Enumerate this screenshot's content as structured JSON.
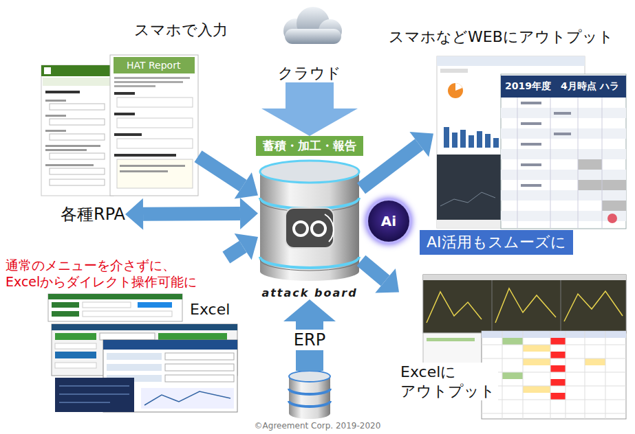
{
  "diagram": {
    "caption": "©Agreement Corp. 2019-2020",
    "nodes": [
      {
        "text": [
          "スマホで入力"
        ]
      },
      {
        "text": [
          "クラウド"
        ]
      },
      {
        "text": [
          "蓄積・加工・報告"
        ]
      },
      {
        "text": [
          "attack board"
        ]
      },
      {
        "text": [
          "スマホなどWEBにアウトプット"
        ]
      },
      {
        "text": [
          "各種RPA"
        ]
      },
      {
        "text": [
          "Ai"
        ]
      },
      {
        "text": [
          "AI活用もスムーズに"
        ]
      },
      {
        "text": [
          "通常のメニューを介さずに、 Excelからダイレクト操作可能に",
          "Excel"
        ]
      },
      {
        "text": [
          "ERP"
        ]
      },
      {
        "text": [
          "Excelに アウトプット"
        ]
      }
    ],
    "edges": [
      {
        "from": 0,
        "to": 3,
        "arrow": "to"
      },
      {
        "from": 1,
        "to": 2,
        "arrow": "to"
      },
      {
        "from": 5,
        "to": 3,
        "arrow": "both"
      },
      {
        "from": 8,
        "to": 3,
        "arrow": "to"
      },
      {
        "from": 9,
        "to": 3,
        "arrow": "to"
      },
      {
        "from": 3,
        "to": 4,
        "arrow": "to"
      },
      {
        "from": 3,
        "to": 10,
        "arrow": "to"
      }
    ],
    "labels": [
      "HAT Report",
      "2019年度　4月時点 ハラ"
    ]
  }
}
